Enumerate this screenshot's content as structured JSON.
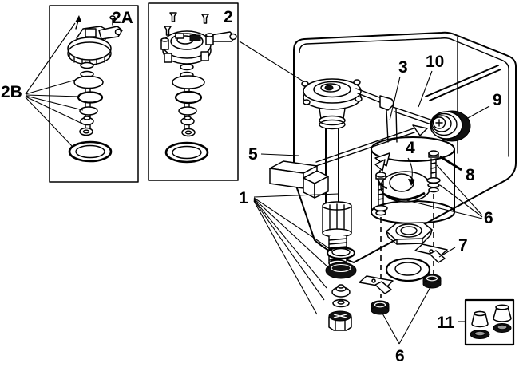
{
  "figure": {
    "type": "exploded-parts-diagram",
    "background_color": "#ffffff",
    "line_color": "#000000"
  },
  "callouts": {
    "panel_cap_assembly": "2A",
    "cap_seal_stack": "2B",
    "panel_valve_head": "2",
    "inlet_valve_mounting": "1",
    "actuator_tube": "3",
    "flush_valve_seal": "4",
    "float": "5",
    "bolts_upper": "6",
    "bolts_lower": "6",
    "tank_to_bowl_gasket": "7",
    "canister": "8",
    "outlet_seal": "9",
    "refill_tube": "10",
    "bolt_cap_kit": "11"
  }
}
